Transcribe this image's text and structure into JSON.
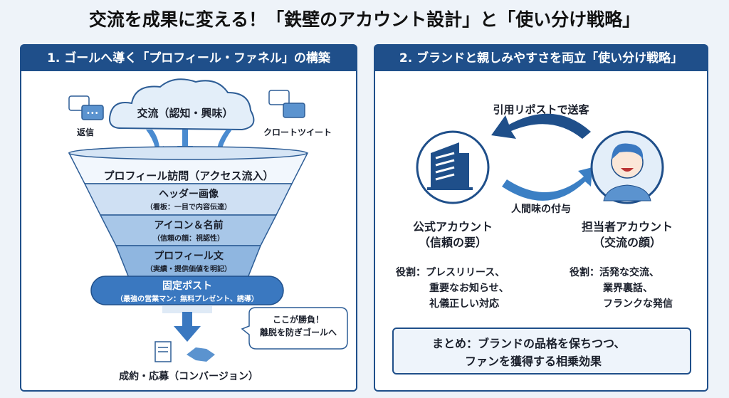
{
  "title": "交流を成果に変える！「鉄壁のアカウント設計」と「使い分け戦略」",
  "left": {
    "header": "1. ゴールへ導く「プロフィール・ファネル」の構築",
    "cloud": "交流（認知・興味）",
    "reply_label": "返信",
    "quote_label": "クロートツイート",
    "bands": [
      {
        "title": "プロフィール訪問（アクセス流入）"
      },
      {
        "title": "ヘッダー画像",
        "sub": "（看板：一目で内容伝達）"
      },
      {
        "title": "アイコン＆名前",
        "sub": "（信頼の顔：視認性）"
      },
      {
        "title": "プロフィール文",
        "sub": "（実績・提供価値を明記）"
      }
    ],
    "pinned": {
      "title": "固定ポスト",
      "sub": "（最強の営業マン：無料プレゼント、誘導）"
    },
    "bubble": [
      "ここが勝負！",
      "離脱を防ぎゴールへ"
    ],
    "conversion": "成約・応募（コンバージョン）"
  },
  "right": {
    "header": "2. ブランドと親しみやすさを両立「使い分け戦略」",
    "top_arrow": "引用リポストで送客",
    "bottom_arrow": "人間味の付与",
    "official": {
      "name": "公式アカウント",
      "sub": "（信頼の要）",
      "role": [
        "役割：プレスリリース、",
        "重要なお知らせ、",
        "礼儀正しい対応"
      ]
    },
    "staff": {
      "name": "担当者アカウント",
      "sub": "（交流の顔）",
      "role": [
        "役割：活発な交流、",
        "業界裏話、",
        "フランクな発信"
      ]
    },
    "summary": [
      "まとめ：ブランドの品格を保ちつつ、",
      "ファンを獲得する相乗効果"
    ]
  },
  "colors": {
    "primary": "#1f4f8a",
    "accent": "#3b7fc4"
  }
}
